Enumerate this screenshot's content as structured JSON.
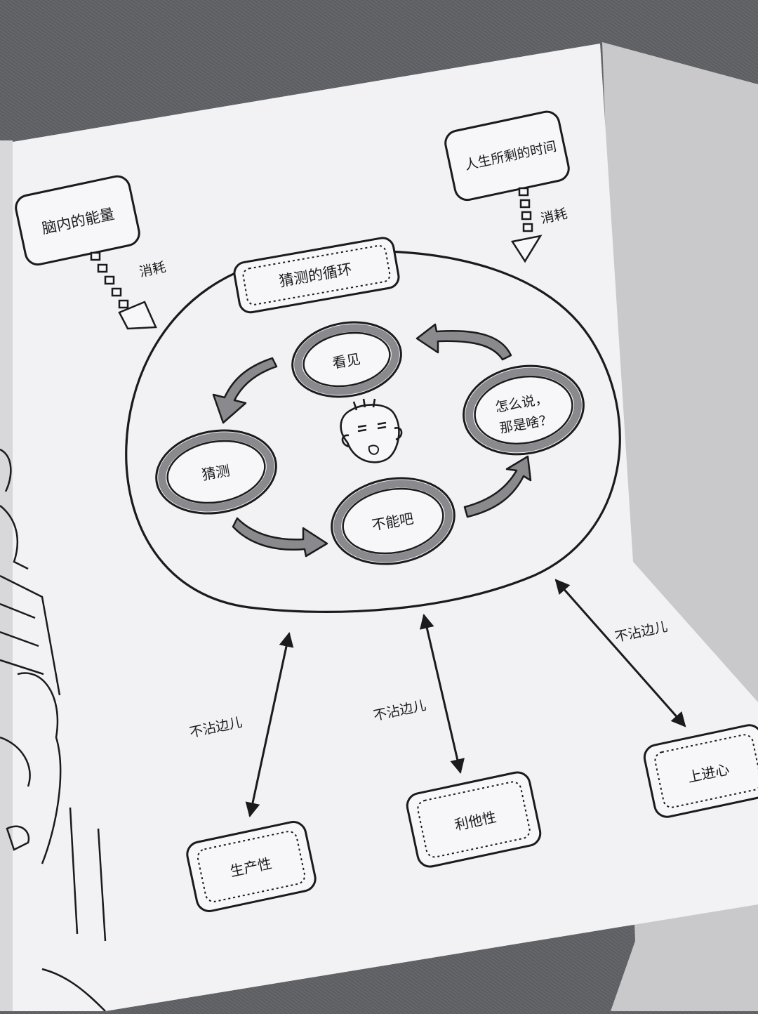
{
  "diagram": {
    "brain_energy": "脑内的能量",
    "remaining_life_time": "人生所剩的时间",
    "consume_left": "消耗",
    "consume_right": "消耗",
    "guess_loop": "猜测的循环",
    "cycle": {
      "see": "看见",
      "guess": "猜测",
      "cannot_be": "不能吧",
      "how_to_say_line1": "怎么说，",
      "how_to_say_line2": "那是啥？"
    },
    "links": {
      "left": "不沾边儿",
      "middle": "不沾边儿",
      "right": "不沾边儿"
    },
    "outcomes": {
      "productivity": "生产性",
      "altruism": "利他性",
      "ambition": "上进心"
    }
  },
  "colors": {
    "paper": "#f2f2f4",
    "ink": "#1b1b1b",
    "gray_fill": "#8a8a8e",
    "background": "#5f6165"
  }
}
